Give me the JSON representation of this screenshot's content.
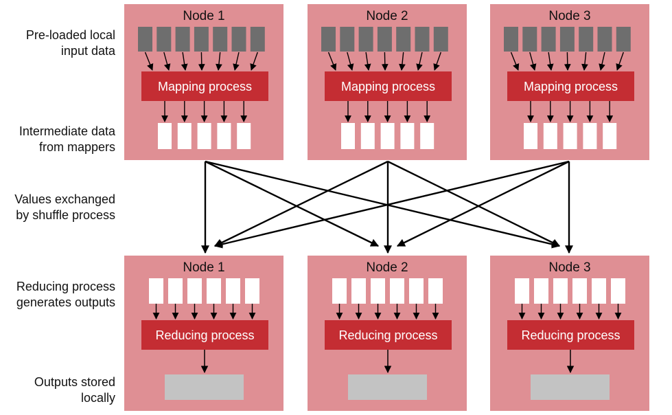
{
  "row_labels": {
    "input": [
      "Pre-loaded local",
      "input data"
    ],
    "intermediate": [
      "Intermediate data",
      "from mappers"
    ],
    "shuffle": [
      "Values exchanged",
      "by shuffle process"
    ],
    "reduce": [
      "Reducing process",
      "generates outputs"
    ],
    "output": [
      "Outputs stored",
      "locally"
    ]
  },
  "map_nodes": [
    {
      "title": "Node 1",
      "process": "Mapping process"
    },
    {
      "title": "Node 2",
      "process": "Mapping process"
    },
    {
      "title": "Node 3",
      "process": "Mapping process"
    }
  ],
  "reduce_nodes": [
    {
      "title": "Node 1",
      "process": "Reducing process"
    },
    {
      "title": "Node 2",
      "process": "Reducing process"
    },
    {
      "title": "Node 3",
      "process": "Reducing process"
    }
  ],
  "counts": {
    "input_blocks": 7,
    "intermediate_blocks": 5,
    "reducer_inputs": 6
  },
  "colors": {
    "node_bg": "#df8f94",
    "process_bg": "#c42d33",
    "input_block": "#6e6e6e",
    "data_block": "#ffffff",
    "output_block": "#c3c3c3",
    "arrow": "#000000"
  }
}
